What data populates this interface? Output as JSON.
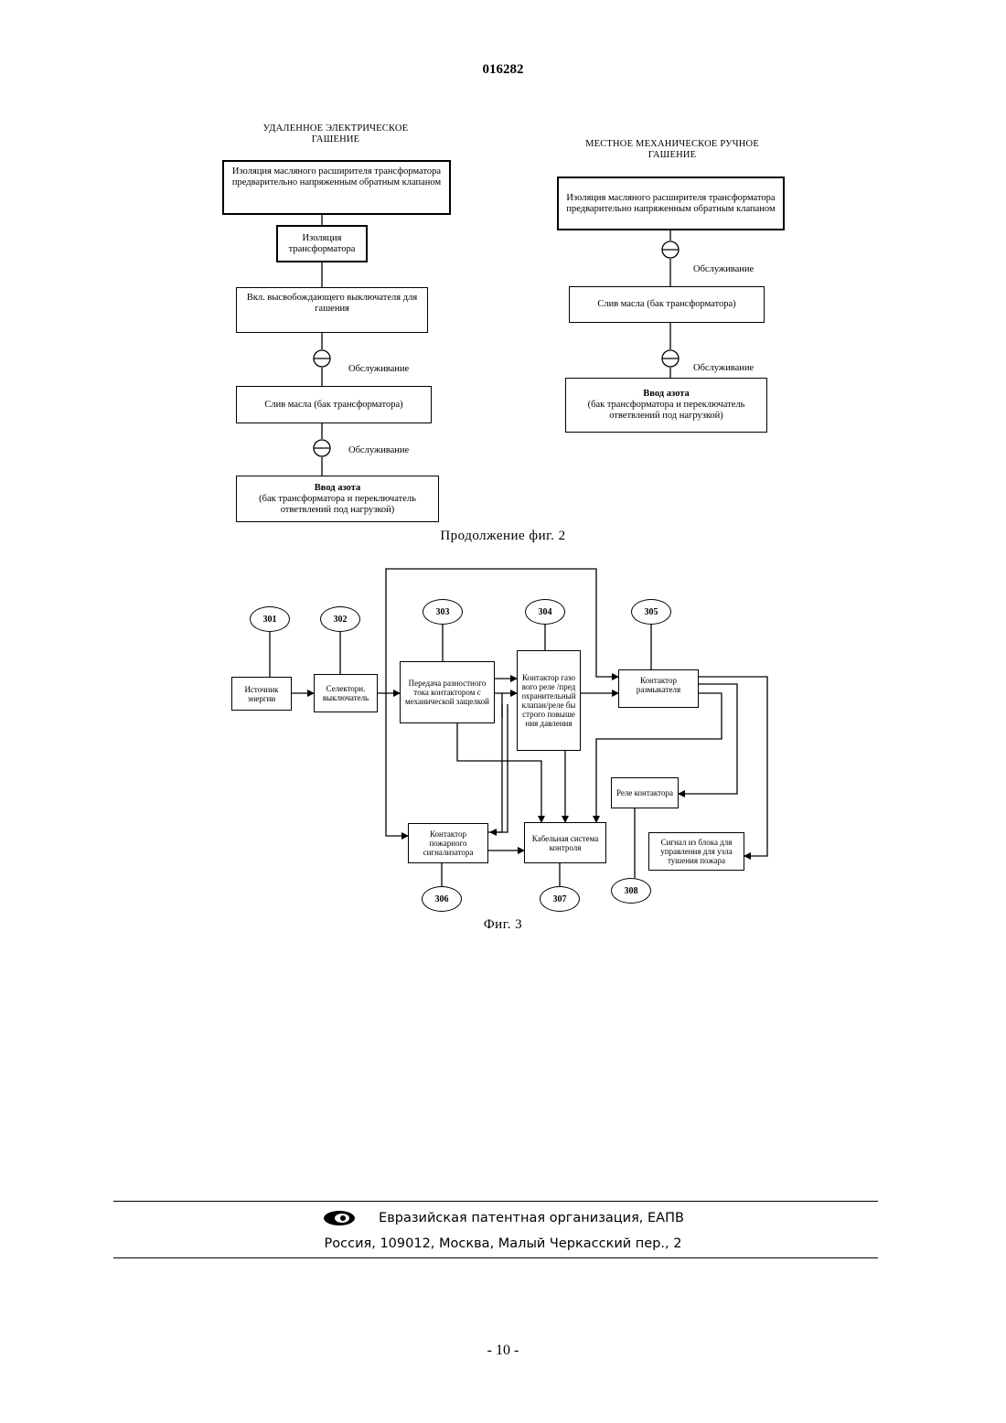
{
  "doc_number": "016282",
  "fig2": {
    "left_heading": "УДАЛЕННОЕ ЭЛЕКТРИЧЕСКОЕ ГАШЕНИЕ",
    "right_heading": "МЕСТНОЕ МЕХАНИЧЕСКОЕ РУЧНОЕ ГАШЕНИЕ",
    "left": {
      "isolation": "Изоляция масляного расширителя трансформатора предварительно напряженным обратным клапаном",
      "transformer_isolation": "Изоляция трансформатора",
      "release_switch": "Вкл. высвобождающего выключателя для гашения",
      "service_1": "Обслуживание",
      "oil_drain": "Слив масла (бак трансформатора)",
      "service_2": "Обслуживание",
      "nitrogen_title": "Ввод азота",
      "nitrogen_detail": "(бак трансформатора и переключатель ответвлений под нагрузкой)"
    },
    "right": {
      "isolation": "Изоляция масляного расширителя трансформатора предварительно напряженным обратным клапаном",
      "service_1": "Обслуживание",
      "oil_drain": "Слив масла (бак трансформатора)",
      "service_2": "Обслуживание",
      "nitrogen_title": "Ввод азота",
      "nitrogen_detail": "(бак трансформатора и переключатель ответвлений под нагрузкой)"
    },
    "caption": "Продолжение фиг. 2"
  },
  "fig3": {
    "refs": [
      "301",
      "302",
      "303",
      "304",
      "305",
      "306",
      "307",
      "308"
    ],
    "power_source": "Источник энергии",
    "selector_switch": "Селекторн. выключатель",
    "differential": "Передача разностного тока контактором с механической защелкой",
    "gas_relay": "Контактор газового реле /предохранительный клапан/реле быстрого повышения давления",
    "trip_contactor": "Контактор размыкателя",
    "contactor_relay": "Реле контактора",
    "fire_signal": "Сигнал из блока для управления для узла тушения пожара",
    "fire_alarm": "Контактор пожарного сигнализатора",
    "cable_system": "Кабельная система контроля",
    "caption": "Фиг. 3"
  },
  "footer": {
    "org": "Евразийская патентная организация, ЕАПВ",
    "address": "Россия, 109012, Москва, Малый Черкасский пер., 2"
  },
  "page_number": "- 10 -"
}
